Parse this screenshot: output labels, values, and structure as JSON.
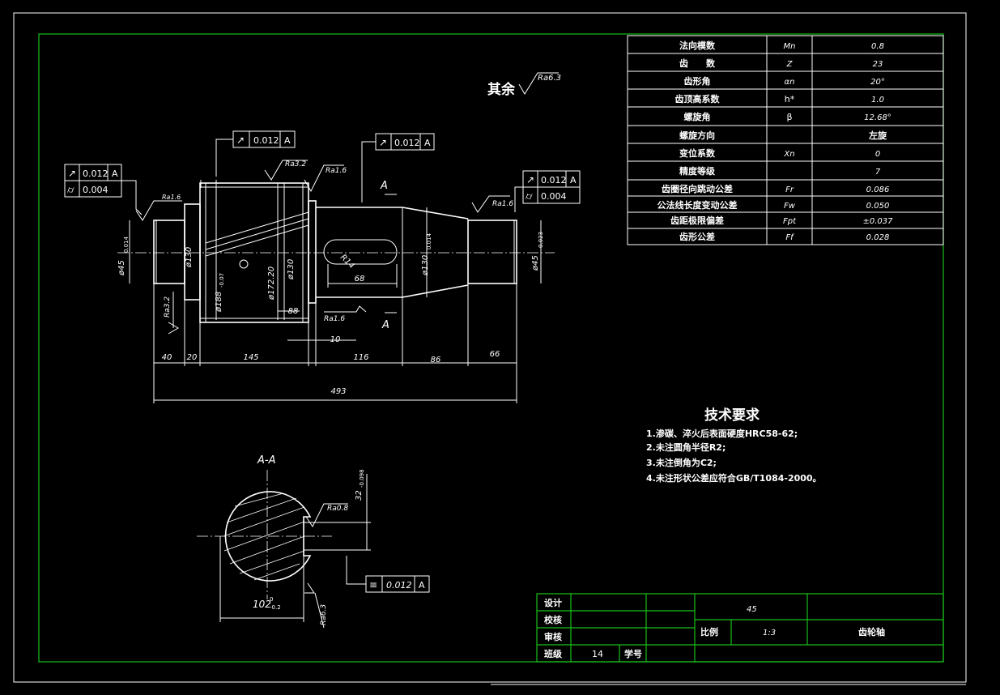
{
  "drawing": {
    "surface_note": {
      "prefix": "其余",
      "value": "Ra6.3"
    },
    "params": [
      {
        "name": "法向模数",
        "symbol": "Mn",
        "value": "0.8"
      },
      {
        "name": "齿　　数",
        "symbol": "Z",
        "value": "23"
      },
      {
        "name": "齿形角",
        "symbol": "αn",
        "value": "20°"
      },
      {
        "name": "齿顶高系数",
        "symbol": "h*",
        "value": "1.0"
      },
      {
        "name": "螺旋角",
        "symbol": "β",
        "value": "12.68°"
      },
      {
        "name": "螺旋方向",
        "symbol": "",
        "value": "左旋"
      },
      {
        "name": "变位系数",
        "symbol": "Xn",
        "value": "0"
      },
      {
        "name": "精度等级",
        "symbol": "",
        "value": "7"
      },
      {
        "name": "齿圈径向跳动公差",
        "symbol": "Fr",
        "value": "0.086"
      },
      {
        "name": "公法线长度变动公差",
        "symbol": "Fw",
        "value": "0.050"
      },
      {
        "name": "齿距极限偏差",
        "symbol": "Fpt",
        "value": "±0.037"
      },
      {
        "name": "齿形公差",
        "symbol": "Ff",
        "value": "0.028"
      }
    ],
    "tech_req": {
      "title": "技术要求",
      "items": [
        "1.渗碳、淬火后表面硬度HRC58-62;",
        "2.未注圆角半径R2;",
        "3.未注倒角为C2;",
        "4.未注形状公差应符合GB/T1084-2000。"
      ]
    },
    "title_block": {
      "design": "设计",
      "check": "校核",
      "review": "审核",
      "class_label": "班级",
      "class_value": "14",
      "id_label": "学号",
      "material": "45",
      "scale_label": "比例",
      "scale_value": "1:3",
      "part_name": "齿轮轴"
    },
    "tolerance_frames": {
      "runout": "0.012",
      "datum": "A",
      "cyl": "0.004",
      "sym": "0.012"
    },
    "roughness": {
      "ra16": "Ra1.6",
      "ra32": "Ra3.2",
      "ra08": "Ra0.8",
      "ra63": "Ra6.3"
    },
    "dimensions": {
      "d45_left": "ø45",
      "d45_left_tol": "0.014",
      "d130": "ø130",
      "d188": "ø188",
      "d188_tol": "-0.07",
      "d172": "ø172.20",
      "d130b": "ø130",
      "d130_right": "ø130",
      "d130_right_tol": "0.014",
      "d45_right": "ø45",
      "d45_right_tol": "0.023",
      "l40": "40",
      "l20": "20",
      "l145": "145",
      "l10": "10",
      "l116": "116",
      "l86": "86",
      "l66": "66",
      "l493": "493",
      "l88": "88",
      "l68": "68",
      "r14": "R14",
      "section": "A-A",
      "sec_a": "A",
      "w102": "102",
      "w102_tol": "-0.2",
      "w32": "32",
      "w32_tol": "-0.098",
      "zero": "0"
    }
  }
}
